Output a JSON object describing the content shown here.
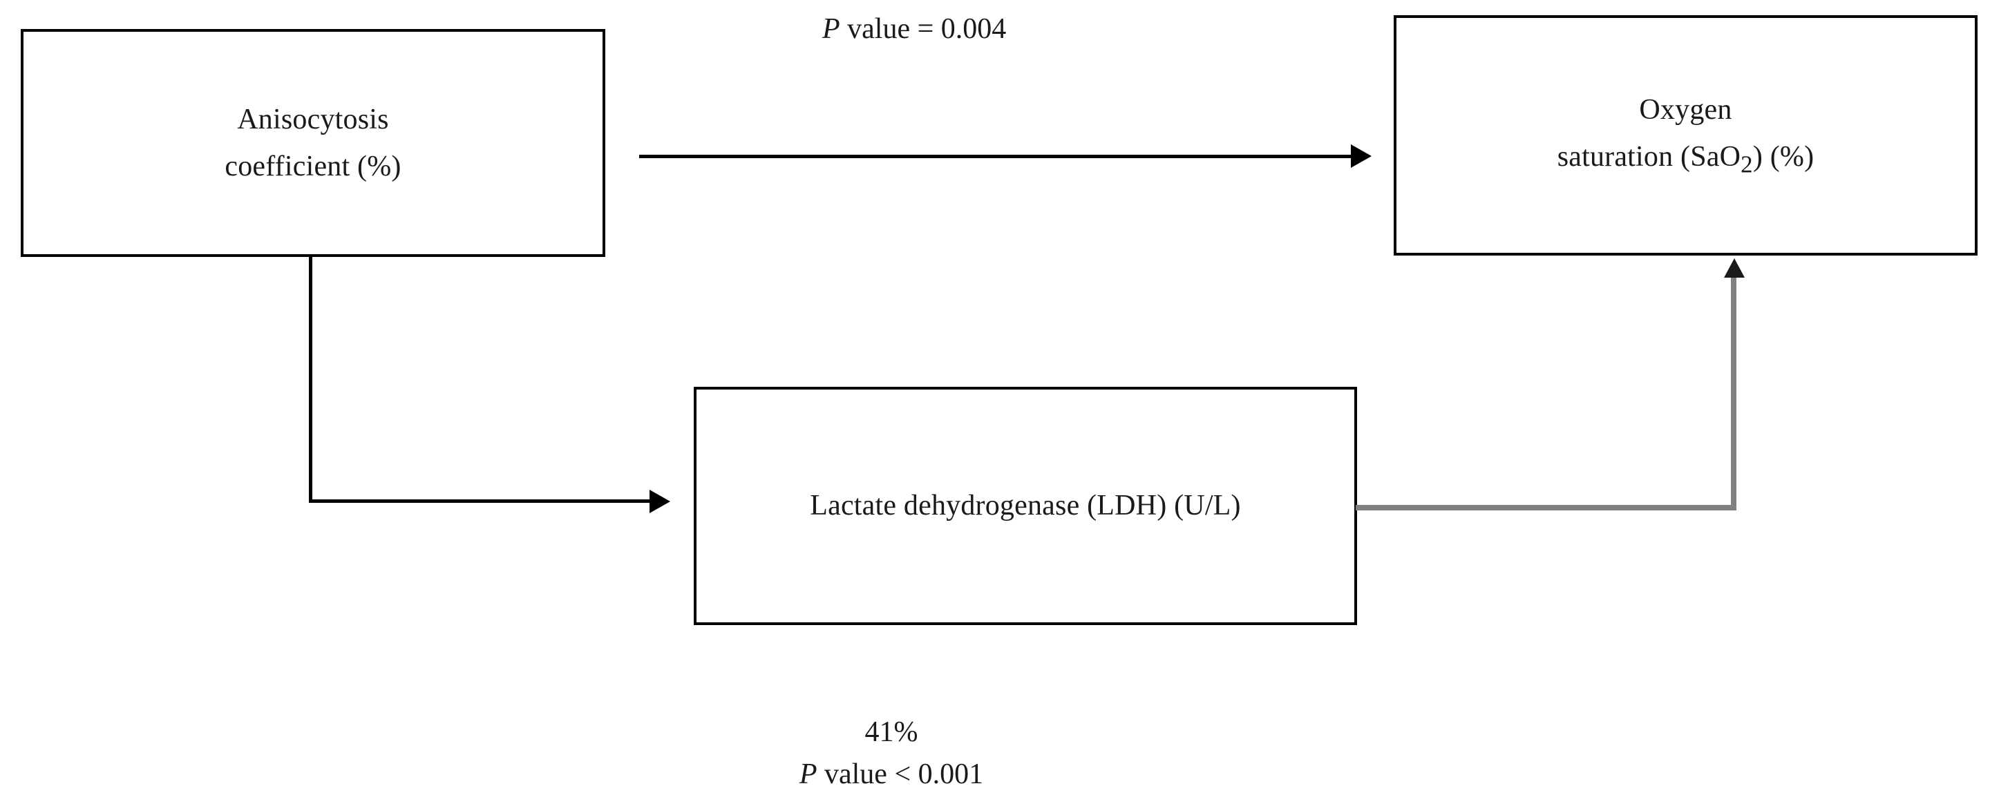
{
  "diagram": {
    "type": "mediation-path-diagram",
    "background_color": "#ffffff",
    "nodes": [
      {
        "id": "anisocytosis",
        "label": "Anisocytosis\ncoefficient (%)",
        "border_color": "#000000"
      },
      {
        "id": "oxygen_saturation",
        "label_line1": "Oxygen",
        "label_line2_prefix": "saturation (SaO",
        "label_line2_sub": "2",
        "label_line2_suffix": ") (%)",
        "border_color": "#000000"
      },
      {
        "id": "lactate_dehydrogenase",
        "label": "Lactate dehydrogenase (LDH)  (U/L)",
        "border_color": "#000000"
      }
    ],
    "edges": [
      {
        "id": "edge-anisocytosis-to-oxygen",
        "from": "anisocytosis",
        "to": "oxygen_saturation",
        "style": "straight",
        "color": "#000000",
        "arrow": "right"
      },
      {
        "id": "edge-anisocytosis-to-ldh",
        "from": "anisocytosis",
        "to": "lactate_dehydrogenase",
        "style": "elbow",
        "color": "#000000",
        "arrow": "right"
      },
      {
        "id": "edge-ldh-to-oxygen",
        "from": "lactate_dehydrogenase",
        "to": "oxygen_saturation",
        "style": "elbow",
        "color": "#808080",
        "arrow": "up"
      }
    ],
    "annotations": {
      "top_edge": {
        "p_italic": "P",
        "text": " value = 0.004"
      },
      "bottom": {
        "percentage": "41%",
        "p_italic": "P",
        "text": " value < 0.001"
      }
    }
  }
}
